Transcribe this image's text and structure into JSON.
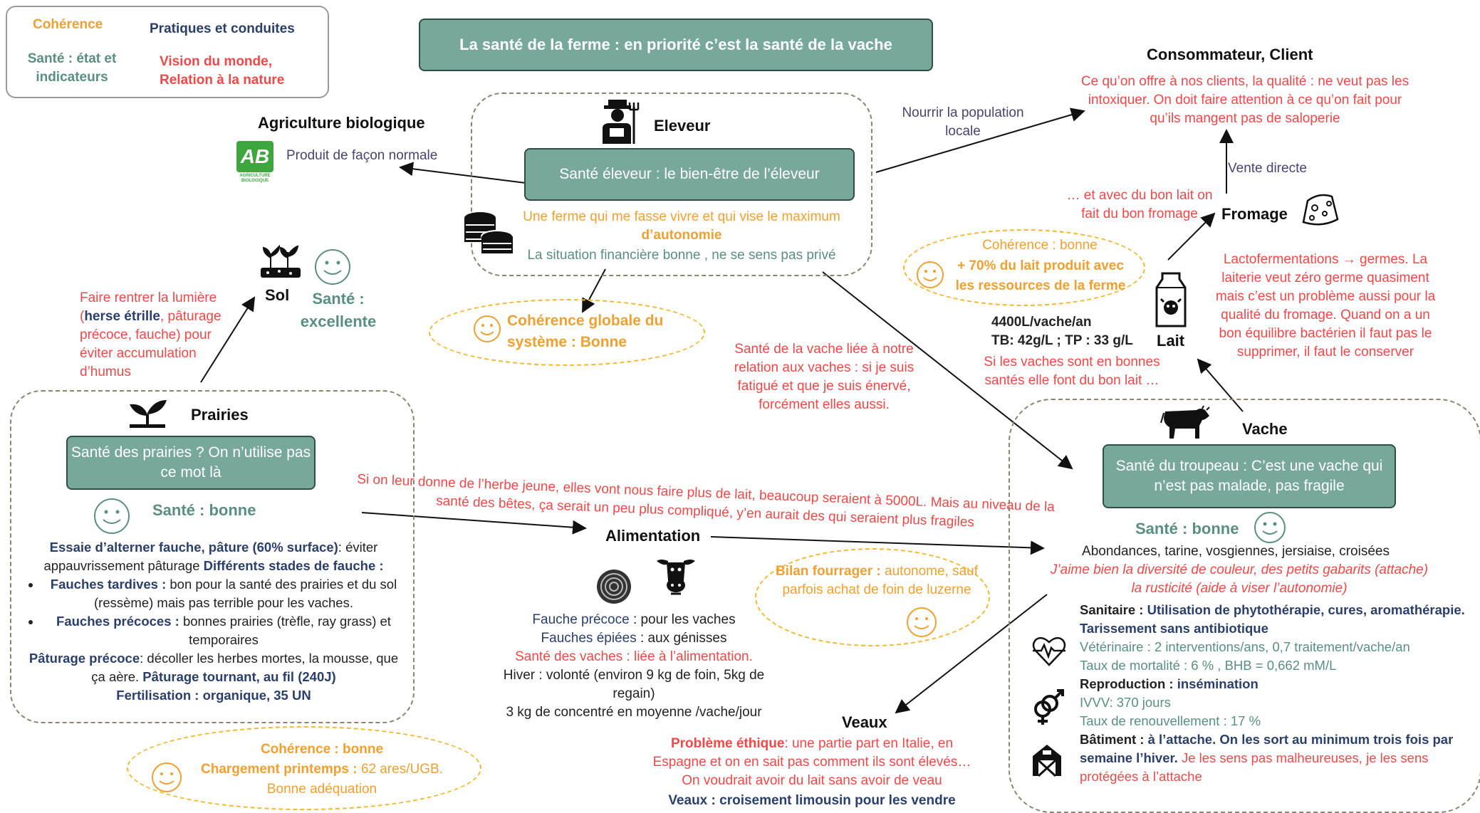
{
  "legend": {
    "coherence": "Cohérence",
    "pratiques": "Pratiques et conduites",
    "sante": "Santé : état et indicateurs",
    "vision": "Vision du monde, Relation à la nature"
  },
  "title": "La santé de la ferme : en priorité c’est la santé de la  vache",
  "agri": {
    "heading": "Agriculture biologique",
    "logo_ab": "AB",
    "logo_text": "AGRICULTURE BIOLOGIQUE",
    "produit": "Produit de façon normale"
  },
  "eleveur": {
    "heading": "Eleveur",
    "box": "Santé éleveur : le bien-être de l’éleveur",
    "line1": "Une ferme qui me fasse vivre et qui vise le maximum",
    "line2": "d’autonomie",
    "line3": "La situation financière bonne , ne se sens pas privé"
  },
  "coherence_globale": "Cohérence globale du système : Bonne",
  "consommateur": {
    "heading": "Consommateur, Client",
    "text": "Ce qu’on offre à nos clients, la qualité : ne veut pas les intoxiquer. On doit faire attention à ce qu’on fait pour qu’ils mangent pas de saloperie"
  },
  "nourrir": "Nourrir la population locale",
  "vente_directe": "Vente directe",
  "fromage": {
    "heading": "Fromage",
    "bon_lait": "… et avec du bon lait on fait du bon fromage",
    "lacto_a": "Lactofermentations",
    "lacto_b": "germes. La laiterie veut zéro germe quasiment mais c’est un problème aussi pour la qualité du fromage. Quand on a un bon équilibre bactérien il faut pas le supprimer, il faut le conserver"
  },
  "lait": {
    "heading": "Lait",
    "coherence_1": "Cohérence : bonne",
    "coherence_2": "+ 70% du lait produit avec les ressources de la ferme",
    "prod": "4400L/vache/an",
    "tb": "TB: 42g/L ; TP : 33 g/L",
    "vaches": "Si les vaches sont en bonnes santés elle font du bon lait …"
  },
  "sol": {
    "heading": "Sol",
    "sante": "Santé : excellente",
    "lumiere_a": "Faire rentrer la lumière (",
    "lumiere_b": "herse étrille",
    "lumiere_c": ", pâturage précoce, fauche) pour éviter accumulation d’humus"
  },
  "sante_vache_relation": "Santé de la vache liée à notre relation aux vaches : si je suis fatigué et que je suis énervé, forcément elles aussi.",
  "prairies": {
    "heading": "Prairies",
    "box": "Santé des prairies ? On n’utilise pas ce mot là",
    "sante": "Santé : bonne",
    "p1_b": "Essaie d’alterner fauche, pâture (60% surface)",
    "p1": ": éviter appauvrissement pâturage",
    "p1_b2": "Différents stades de fauche :",
    "li1_b": "Fauches tardives :",
    "li1": "bon pour la santé des prairies et du sol (ressème)  mais pas terrible pour les vaches.",
    "li2_b": "Fauches précoces :",
    "li2": "bonnes prairies (trèfle, ray grass) et temporaires",
    "p2_b": "Pâturage précoce",
    "p2": ": décoller les herbes mortes, la mousse, que ça aère.",
    "p2_b2": "Pâturage tournant, au fil (240J)",
    "p3_b": "Fertilisation : organique, 35 UN"
  },
  "chargement": {
    "a": "Cohérence : bonne",
    "b_label": "Chargement printemps :",
    "b_val": "62 ares/UGB.",
    "c": "Bonne adéquation"
  },
  "herbe_jeune": "Si on leur donne de l’herbe jeune, elles vont nous faire plus de lait, beaucoup seraient à 5000L. Mais au niveau de la santé des bêtes, ça serait un peu plus compliqué, y’en aurait des qui seraient plus fragiles",
  "alimentation": {
    "heading": "Alimentation",
    "fauche_precoce_a": "Fauche précoce",
    "fauche_precoce_b": ": pour les vaches",
    "fauches_epiees_a": "Fauches épiées",
    "fauches_epiees_b": ": aux génisses",
    "sante_vaches": "Santé des vaches : liée à l’alimentation.",
    "hiver1": "Hiver : volonté (environ   9 kg de foin, 5kg de regain)",
    "hiver2": "3 kg de concentré en moyenne /vache/jour"
  },
  "bilan": {
    "label": "Bilan fourrager :",
    "text": "autonome, sauf parfois achat de foin de luzerne"
  },
  "vache": {
    "heading": "Vache",
    "box": "Santé du troupeau : C’est une vache qui n’est pas malade, pas fragile",
    "sante": "Santé : bonne",
    "races": "Abondances, tarine, vosgiennes, jersiaise, croisées",
    "diversite": "J’aime bien la diversité de couleur, des petits gabarits (attache)",
    "rusticite": "la rusticité (aide à viser l’autonomie)",
    "sanitaire_b": "Sanitaire :",
    "sanitaire_n": "Utilisation de phytothérapie, cures, aromathérapie. Tarissement sans antibiotique",
    "veto": "Vétérinaire : 2 interventions/ans, 0,7 traitement/vache/an",
    "mortalite": "Taux de mortalité : 6 % , BHB = 0,662 mM/L",
    "repro_b": "Reproduction :",
    "repro_n": "insémination",
    "ivv": "IVVV: 370 jours",
    "renouv": "Taux de renouvellement : 17 %",
    "bat_b": "Bâtiment :",
    "bat_n": "à l’attache. On les sort au minimum trois fois par semaine l’hiver.",
    "bat_r": "Je les sens pas malheureuses, je les sens protégées à l’attache"
  },
  "veaux": {
    "heading": "Veaux",
    "ethique_b": "Problème éthique",
    "ethique": ": une partie part en Italie, en Espagne et on en sait pas comment ils sont élevés… On voudrait avoir du lait sans avoir de veau",
    "croisement": "Veaux : croisement limousin pour les vendre"
  },
  "colors": {
    "teal_box": "#78a89a",
    "orange": "#f0a030",
    "navy": "#2a3f6c",
    "teal_text": "#5a8f80",
    "red": "#f04848",
    "purple": "#4a4270"
  }
}
